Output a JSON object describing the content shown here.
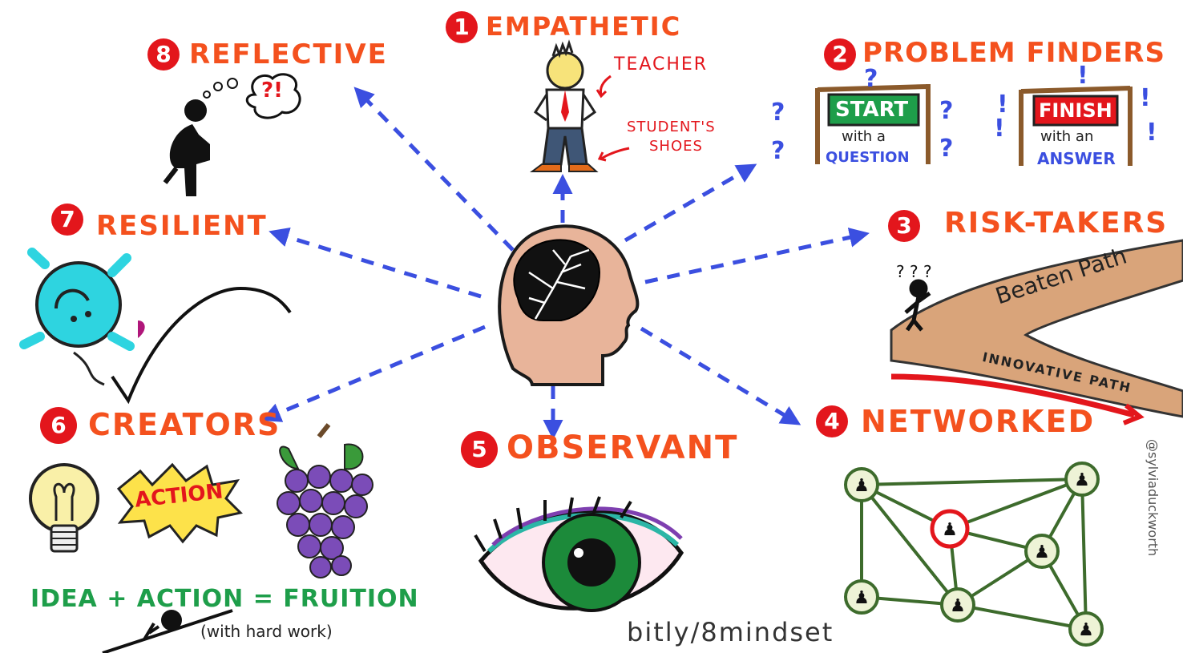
{
  "center": {
    "icon": "head-brain-icon"
  },
  "mindsets": [
    {
      "num": "1",
      "label": "EMPATHETIC",
      "icon": "teacher-person-icon",
      "notes": {
        "a": "TEACHER",
        "b": "STUDENT'S",
        "c": "SHOES"
      }
    },
    {
      "num": "2",
      "label": "PROBLEM FINDERS",
      "icon": "start-finish-banner-icon",
      "start": {
        "banner": "START",
        "line1": "with a",
        "line2": "QUESTION"
      },
      "finish": {
        "banner": "FINISH",
        "line1": "with an",
        "line2": "ANSWER"
      }
    },
    {
      "num": "3",
      "label": "RISK-TAKERS",
      "icon": "forked-path-icon",
      "path_a": "Beaten Path",
      "path_b": "INNOVATIVE PATH"
    },
    {
      "num": "4",
      "label": "NETWORKED",
      "icon": "network-icon"
    },
    {
      "num": "5",
      "label": "OBSERVANT",
      "icon": "eye-icon"
    },
    {
      "num": "6",
      "label": "CREATORS",
      "icon": "lightbulb-action-grapes-icon",
      "burst": "ACTION",
      "equation": "IDEA + ACTION = FRUITION",
      "note": "(with hard work)"
    },
    {
      "num": "7",
      "label": "RESILIENT",
      "icon": "bouncing-ball-icon"
    },
    {
      "num": "8",
      "label": "REFLECTIVE",
      "icon": "thinker-icon",
      "thought": "?!"
    }
  ],
  "footer": {
    "url": "bitly/8mindset",
    "credit": "@sylviaduckworth"
  },
  "colors": {
    "label": "#f4511e",
    "badge": "#e3161c",
    "arrow": "#3b4fe0",
    "skin": "#e8b49a",
    "green": "#1e9e4a",
    "purple": "#6a3aa8"
  }
}
